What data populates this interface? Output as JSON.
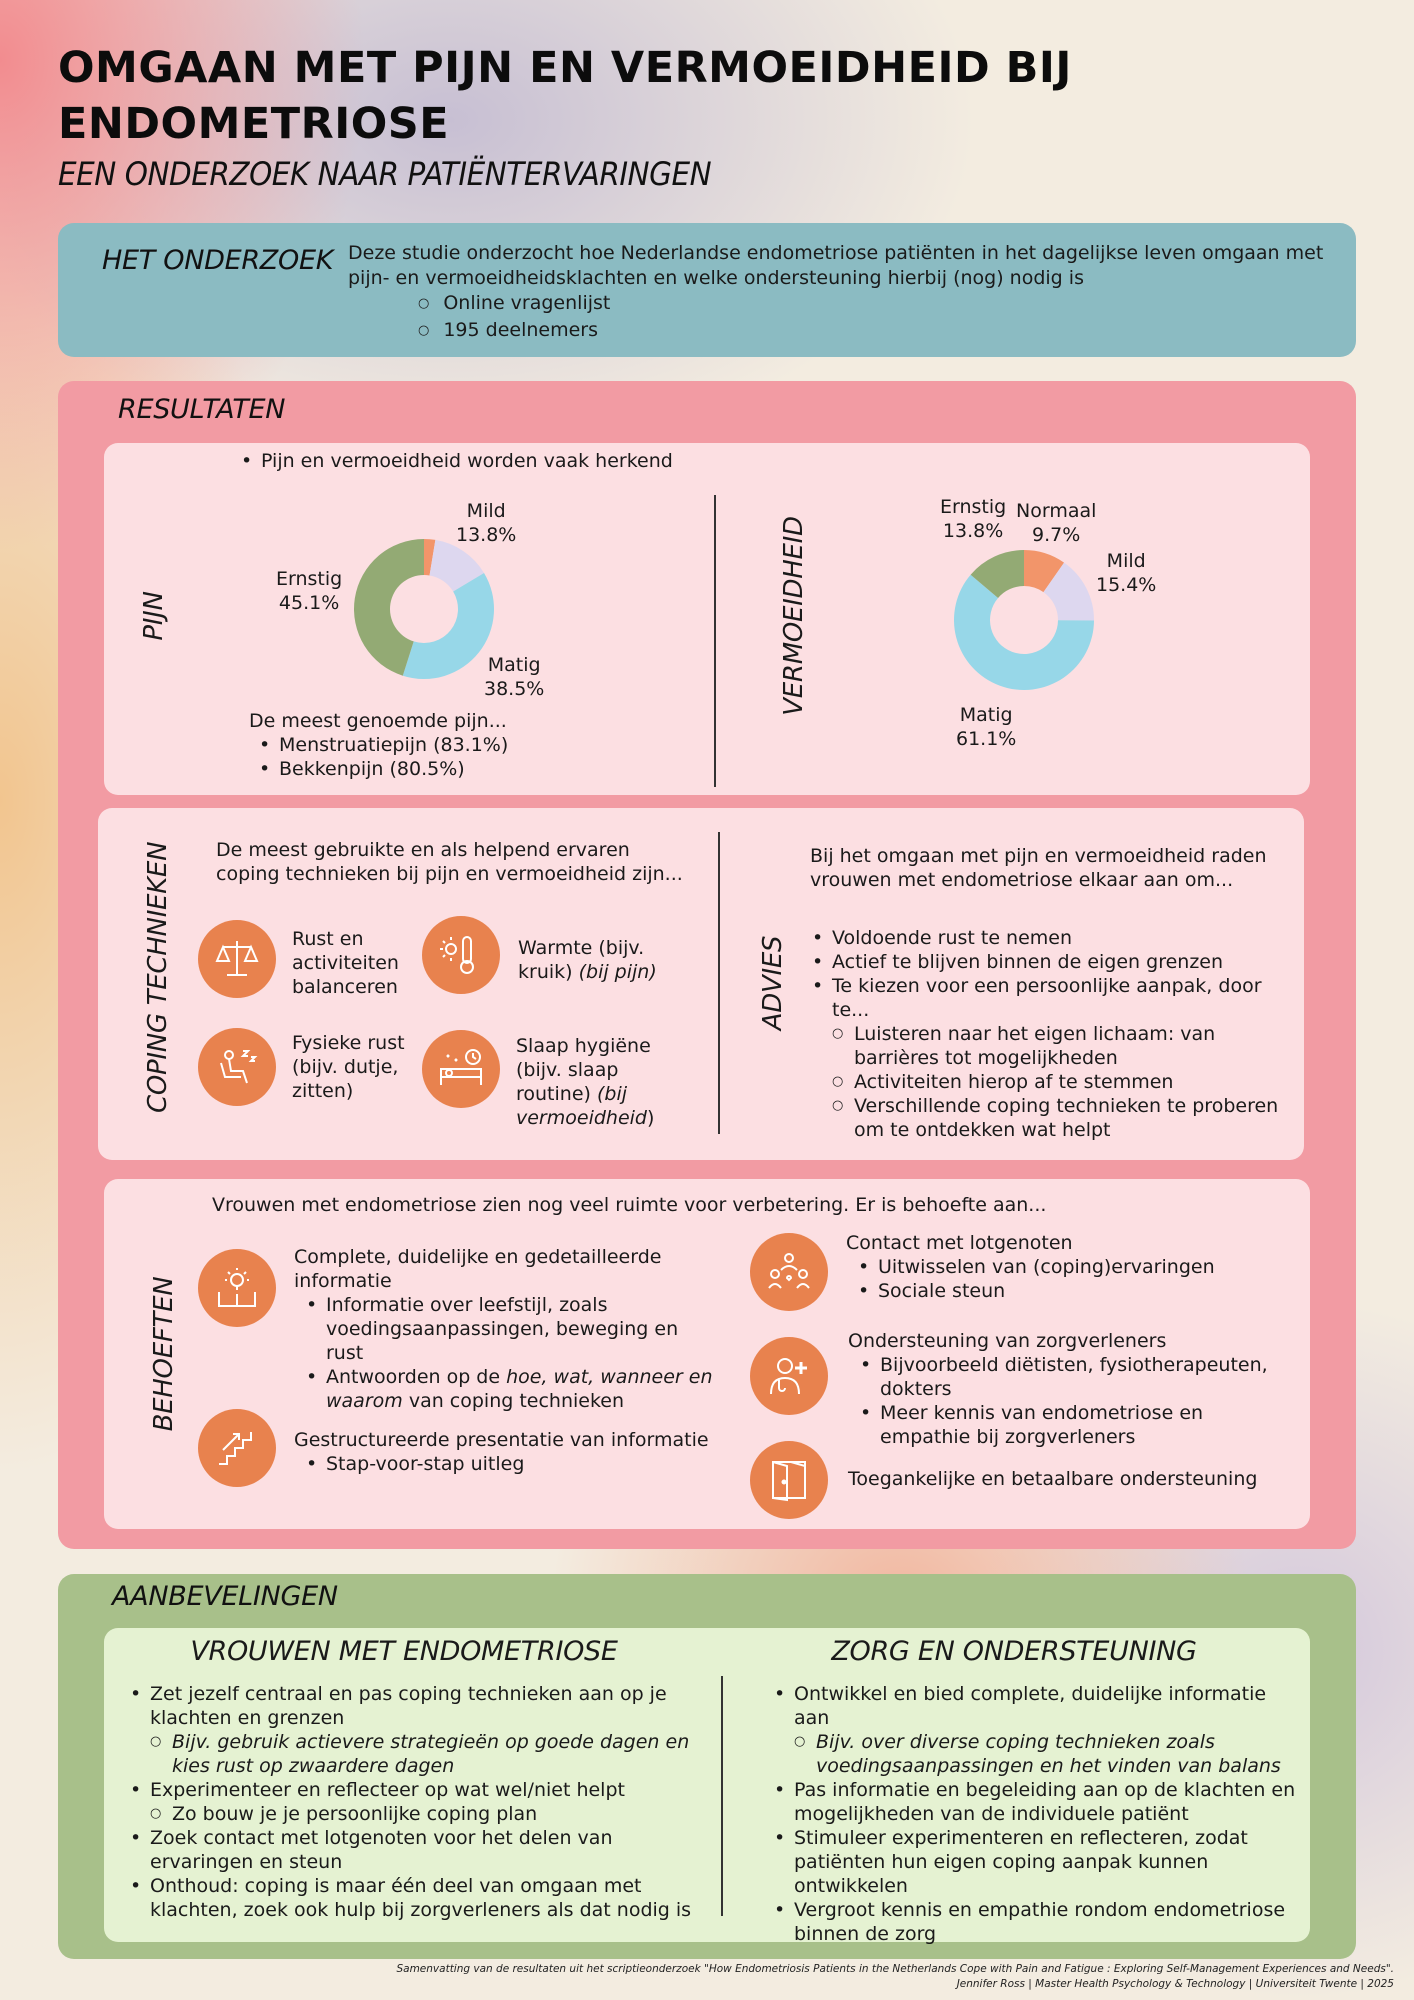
{
  "header": {
    "title_line1": "OMGAAN MET PIJN EN VERMOEIDHEID BIJ",
    "title_line2": "ENDOMETRIOSE",
    "subtitle": "EEN ONDERZOEK NAAR PATIËNTERVARINGEN"
  },
  "study": {
    "heading": "HET ONDERZOEK",
    "text": "Deze studie onderzocht hoe Nederlandse endometriose patiënten in het dagelijkse leven omgaan met pijn- en vermoeidheidsklachten en welke ondersteuning hierbij (nog) nodig is",
    "items": [
      "Online vragenlijst",
      "195 deelnemers"
    ]
  },
  "results": {
    "heading": "RESULTATEN",
    "intro": "Pijn en vermoeidheid worden vaak herkend",
    "pain_label": "PIJN",
    "fatigue_label": "VERMOEIDHEID",
    "pain_mentioned": "De meest genoemde pijn...",
    "pain_types": [
      "Menstruatiepijn (83.1%)",
      "Bekkenpijn (80.5%)"
    ]
  },
  "chart_data": [
    {
      "type": "pie",
      "title": "",
      "categories": [
        "Normaal",
        "Mild",
        "Matig",
        "Ernstig"
      ],
      "labels": [
        "",
        "Mild",
        "Matig",
        "Ernstig"
      ],
      "values": [
        2.6,
        13.8,
        38.5,
        45.1
      ],
      "value_labels": [
        "",
        "13.8%",
        "38.5%",
        "45.1%"
      ],
      "colors": [
        "#f2956a",
        "#ddd7ef",
        "#97d7e8",
        "#93aa74"
      ]
    },
    {
      "type": "pie",
      "title": "",
      "categories": [
        "Normaal",
        "Mild",
        "Matig",
        "Ernstig"
      ],
      "labels": [
        "Normaal",
        "Mild",
        "Matig",
        "Ernstig"
      ],
      "values": [
        9.7,
        15.4,
        61.1,
        13.8
      ],
      "value_labels": [
        "9.7%",
        "15.4%",
        "61.1%",
        "13.8%"
      ],
      "colors": [
        "#f2956a",
        "#ddd7ef",
        "#97d7e8",
        "#93aa74"
      ]
    }
  ],
  "coping": {
    "label": "COPING TECHNIEKEN",
    "intro": "De meest gebruikte en als helpend ervaren coping technieken bij pijn en vermoeidheid zijn...",
    "item1": "Rust en activiteiten balanceren",
    "item2_main": "Warmte (bijv. kruik)",
    "item2_em": "(bij pijn)",
    "item3": "Fysieke rust (bijv. dutje, zitten)",
    "item4_main": "Slaap hygiëne (bijv. slaap routine)",
    "item4_em": "(bij vermoeidheid",
    "item4_end": ")"
  },
  "advies": {
    "label": "ADVIES",
    "intro": "Bij het omgaan met pijn en vermoeidheid raden vrouwen met endometriose elkaar aan om...",
    "items": [
      "Voldoende rust te nemen",
      "Actief te blijven binnen de eigen grenzen",
      "Te kiezen voor een persoonlijke aanpak, door te..."
    ],
    "subitems": [
      "Luisteren naar het eigen lichaam: van barrières tot mogelijkheden",
      "Activiteiten hierop af te stemmen",
      "Verschillende coping technieken te proberen om te ontdekken wat helpt"
    ]
  },
  "needs": {
    "label": "BEHOEFTEN",
    "intro": "Vrouwen met endometriose zien nog veel ruimte voor verbetering. Er is behoefte aan...",
    "info_title": "Complete, duidelijke en gedetailleerde informatie",
    "info_item1": "Informatie over leefstijl, zoals voedingsaanpassingen, beweging en rust",
    "info_item2_pre": "Antwoorden op de ",
    "info_item2_em": "hoe, wat, wanneer en waarom",
    "info_item2_post": " van coping technieken",
    "struct_title": "Gestructureerde presentatie van informatie",
    "struct_item": "Stap-voor-stap uitleg",
    "peer_title": "Contact met lotgenoten",
    "peer_items": [
      "Uitwisselen van (coping)ervaringen",
      "Sociale steun"
    ],
    "care_title": "Ondersteuning van zorgverleners",
    "care_items": [
      "Bijvoorbeeld diëtisten, fysiotherapeuten, dokters",
      "Meer kennis van endometriose en empathie bij zorgverleners"
    ],
    "access_title": "Toegankelijke en betaalbare ondersteuning"
  },
  "recommendations": {
    "heading": "AANBEVELINGEN",
    "left_head": "VROUWEN MET ENDOMETRIOSE",
    "left_1": "Zet jezelf centraal en pas coping technieken aan op je klachten en grenzen",
    "left_1_sub": "Bijv. gebruik actievere strategieën op goede dagen en kies rust op zwaardere dagen",
    "left_2": "Experimenteer en reflecteer op wat wel/niet helpt",
    "left_2_sub": "Zo bouw je je persoonlijke coping plan",
    "left_3": "Zoek contact met lotgenoten voor het delen van ervaringen en steun",
    "left_4": "Onthoud: coping is maar één deel van omgaan met klachten, zoek ook hulp bij zorgverleners als dat nodig is",
    "right_head": "ZORG EN ONDERSTEUNING",
    "right_1": "Ontwikkel en bied complete, duidelijke informatie aan",
    "right_1_sub": "Bijv. over diverse coping technieken zoals voedingsaanpassingen en het vinden van balans",
    "right_2": "Pas informatie en begeleiding aan op de klachten en mogelijkheden van de individuele patiënt",
    "right_3": "Stimuleer experimenteren en reflecteren, zodat patiënten hun eigen coping aanpak kunnen ontwikkelen",
    "right_4": "Vergroot kennis en empathie rondom endometriose binnen de zorg"
  },
  "footer": {
    "line1": "Samenvatting van de resultaten uit het scriptieonderzoek \"How Endometriosis Patients in the Netherlands Cope with Pain and Fatigue : Exploring Self-Management Experiences and Needs\".",
    "line2": "Jennifer Ross |  Master Health Psychology & Technology | Universiteit Twente | 2025"
  },
  "colors": {
    "accent_orange": "#e8824e",
    "study_blue": "#8bbbc2",
    "results_pink": "#f29ba3",
    "rec_green": "#a8c08a"
  },
  "icons": [
    "scale-icon",
    "thermometer-icon",
    "resting-person-icon",
    "bed-clock-icon",
    "book-lightbulb-icon",
    "stairs-icon",
    "peer-group-icon",
    "doctor-icon",
    "door-icon"
  ]
}
